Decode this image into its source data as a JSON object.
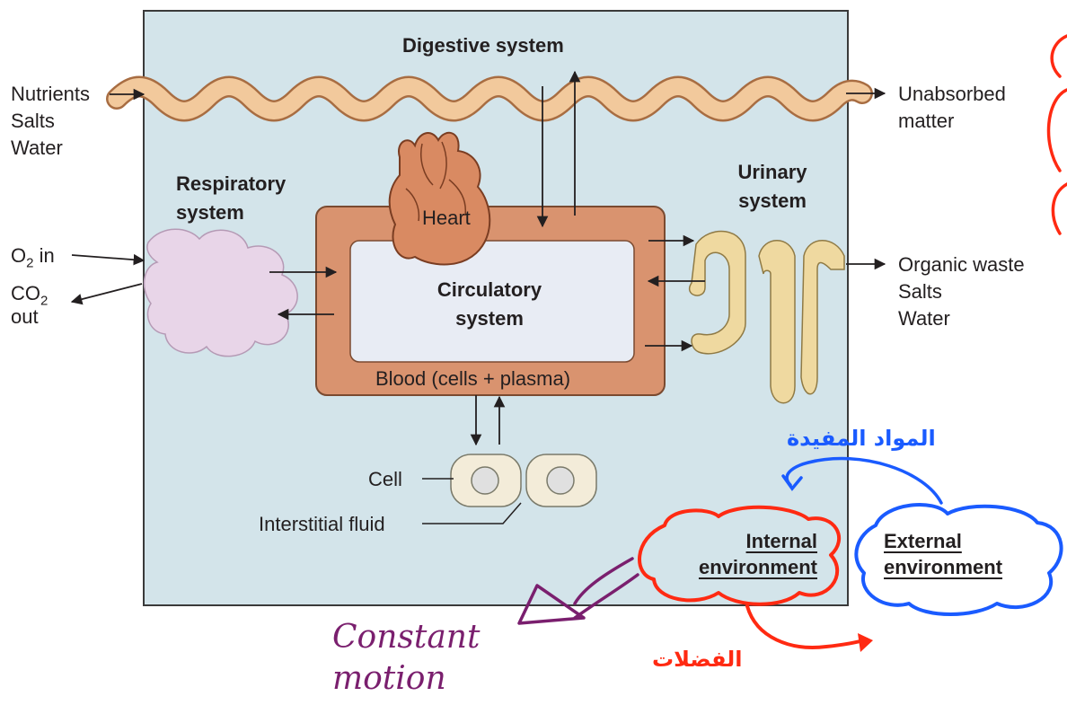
{
  "diagram": {
    "digestive_label": "Digestive system",
    "respiratory_label": [
      "Respiratory",
      "system"
    ],
    "urinary_label": [
      "Urinary",
      "system"
    ],
    "circulatory_label": [
      "Circulatory",
      "system"
    ],
    "heart_label": "Heart",
    "blood_label": "Blood (cells + plasma)",
    "inputs_left": [
      "Nutrients",
      "Salts",
      "Water"
    ],
    "output_digestive": [
      "Unabsorbed",
      "matter"
    ],
    "output_urinary": [
      "Organic waste",
      "Salts",
      "Water"
    ],
    "o2": {
      "base": "O",
      "sub": "2",
      "suffix": " in"
    },
    "co2": {
      "base": "CO",
      "sub": "2",
      "line2": "out"
    },
    "cell_label": "Cell",
    "interstitial_label": "Interstitial fluid",
    "internal_env": [
      "Internal",
      "environment"
    ],
    "external_env": [
      "External",
      "environment"
    ]
  },
  "annotations": {
    "arabic_useful": "المواد المفيدة",
    "arabic_waste": "الفضلات",
    "handwritten_note": [
      "Constant",
      "motion"
    ]
  },
  "colors": {
    "panel": "#d3e4ea",
    "digestive": "#f2c99c",
    "circulatory_frame": "#d9936f",
    "circulatory_inner": "#e8ecf4",
    "heart": "#d98a62",
    "lung": "#e8d5e8",
    "kidney": "#efd9a0",
    "cell": "#f3ecd9",
    "pen_red": "#ff2a12",
    "pen_blue": "#1a5bff",
    "pen_purple": "#7a1f6e"
  }
}
